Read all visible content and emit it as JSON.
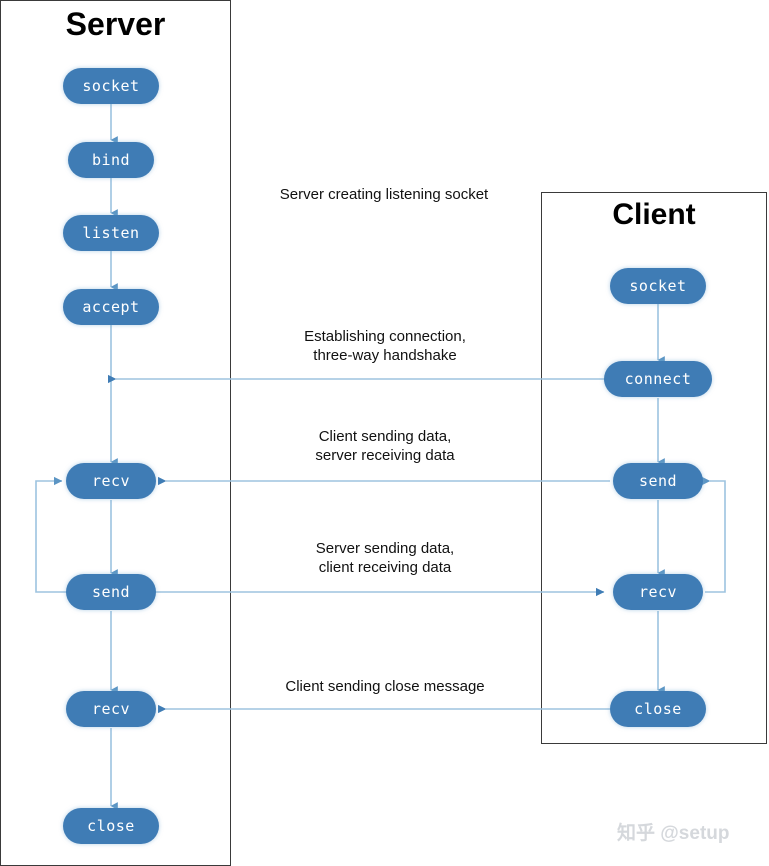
{
  "diagram": {
    "title": "TCP socket client-server communication flow",
    "colors": {
      "node_fill": "#3f7cb5",
      "node_text": "#ffffff",
      "wire": "#9dc3df",
      "wire_dark": "#5b95c4",
      "panel_border": "#3a3a3a",
      "label_text": "#111111",
      "watermark": "#d5d8dc",
      "background": "#ffffff"
    },
    "panels": [
      {
        "id": "server",
        "title": "Server"
      },
      {
        "id": "client",
        "title": "Client"
      }
    ],
    "server": {
      "title": "Server",
      "nodes": [
        {
          "id": "server-socket",
          "label": "socket"
        },
        {
          "id": "server-bind",
          "label": "bind"
        },
        {
          "id": "server-listen",
          "label": "listen"
        },
        {
          "id": "server-accept",
          "label": "accept"
        },
        {
          "id": "server-recv-1",
          "label": "recv"
        },
        {
          "id": "server-send",
          "label": "send"
        },
        {
          "id": "server-recv-2",
          "label": "recv"
        },
        {
          "id": "server-close",
          "label": "close"
        }
      ]
    },
    "client": {
      "title": "Client",
      "nodes": [
        {
          "id": "client-socket",
          "label": "socket"
        },
        {
          "id": "client-connect",
          "label": "connect"
        },
        {
          "id": "client-send",
          "label": "send"
        },
        {
          "id": "client-recv",
          "label": "recv"
        },
        {
          "id": "client-close",
          "label": "close"
        }
      ]
    },
    "annotations": [
      {
        "id": "ann-listening",
        "text": "Server creating listening socket"
      },
      {
        "id": "ann-handshake",
        "text": "Establishing connection,\nthree-way handshake"
      },
      {
        "id": "ann-client-send",
        "text": "Client sending data,\nserver receiving data"
      },
      {
        "id": "ann-server-send",
        "text": "Server sending data,\nclient receiving data"
      },
      {
        "id": "ann-close",
        "text": "Client sending close message"
      }
    ],
    "watermark": {
      "text": "知乎 @setup"
    }
  }
}
